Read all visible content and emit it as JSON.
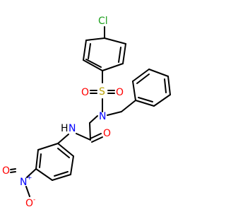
{
  "molecule": {
    "atoms": {
      "cl": {
        "label": "Cl",
        "color": "#1fa01f"
      },
      "s": {
        "label": "S",
        "color": "#b8a000"
      },
      "o_s1": {
        "label": "O",
        "color": "#ff0000"
      },
      "o_s2": {
        "label": "O",
        "color": "#ff0000"
      },
      "n_sulf": {
        "label": "N",
        "color": "#0000ff"
      },
      "o_amide": {
        "label": "O",
        "color": "#ff0000"
      },
      "nh": {
        "label": "N",
        "color": "#0000ff"
      },
      "h_nh": {
        "label": "H",
        "color": "#000000"
      },
      "n_nitro": {
        "label": "N",
        "color": "#0000ff"
      },
      "n_plus": {
        "label": "+",
        "color": "#0000ff"
      },
      "o_nitro1": {
        "label": "O",
        "color": "#ff0000"
      },
      "o_minus": {
        "label": "-",
        "color": "#ff0000"
      },
      "o_nitro2": {
        "label": "O",
        "color": "#ff0000"
      }
    },
    "bond_color": "#000000"
  }
}
